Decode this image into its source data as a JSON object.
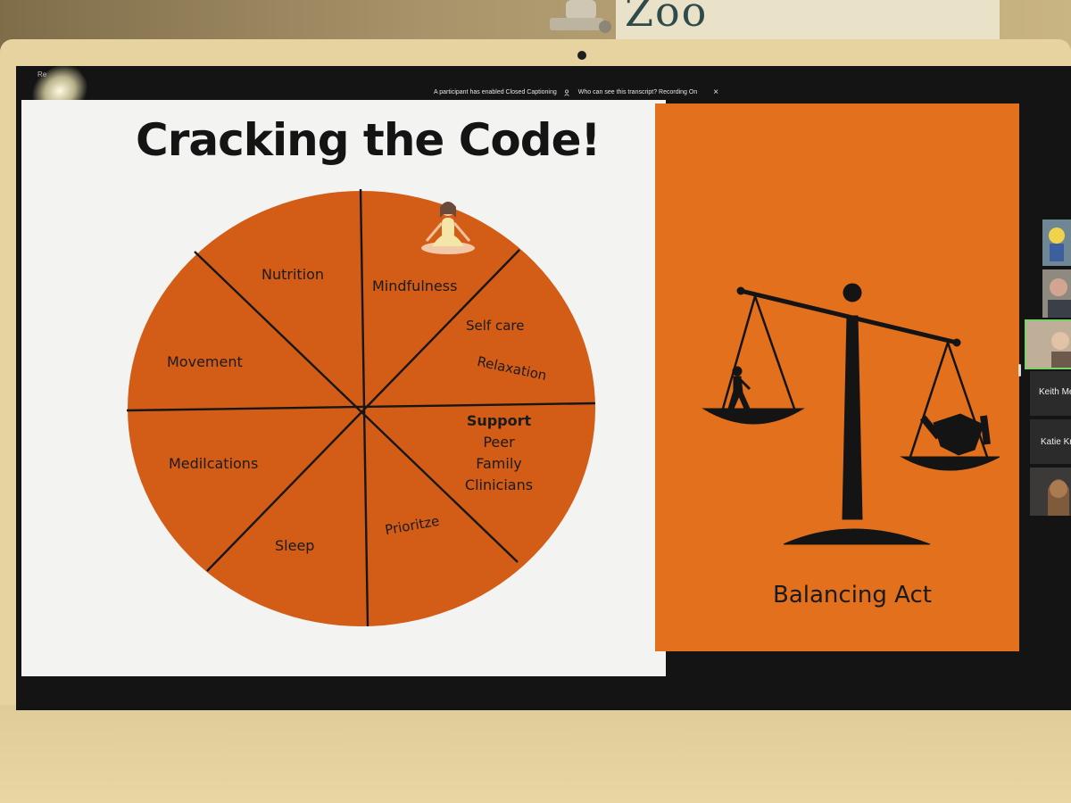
{
  "meeting": {
    "recording_label": "Re",
    "notice_text": "A participant has enabled Closed Captioning",
    "transcript_link": "Who can see this transcript? Recording On",
    "close_icon": "×"
  },
  "slide": {
    "title": "Cracking the Code!",
    "wheel_segments": [
      "Nutrition",
      "Mindfulness",
      "Self care",
      "Relaxation",
      "Movement",
      "Medilcations",
      "Sleep",
      "Prioritze"
    ],
    "support": {
      "heading": "Support",
      "items": [
        "Peer",
        "Family",
        "Clinicians"
      ]
    },
    "right_caption": "Balancing Act",
    "colors": {
      "accent_orange": "#e3701d",
      "wheel_orange": "#d35c16",
      "ink": "#141414"
    }
  },
  "participants": [
    {
      "name": ""
    },
    {
      "name": ""
    },
    {
      "name": ""
    },
    {
      "name": "Keith Me"
    },
    {
      "name": "Katie Kr"
    },
    {
      "name": ""
    }
  ]
}
